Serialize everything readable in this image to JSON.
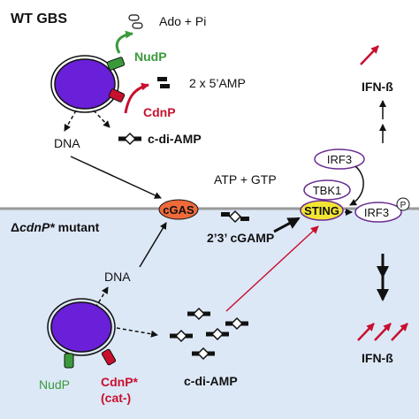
{
  "colors": {
    "top_bg": "#ffffff",
    "bottom_bg": "#dde8f7",
    "bacterium": "#6a1fd8",
    "green": "#3a9a3a",
    "red": "#c8102e",
    "cgas": "#ef6a3a",
    "sting": "#f3e633",
    "irf_outline": "#6a2c91"
  },
  "top_panel": {
    "title": "WT GBS",
    "ado_pi": "Ado + Pi",
    "nudp": "NudP",
    "amp": "2 x 5’AMP",
    "cdnp": "CdnP",
    "dna": "DNA",
    "cdiamp": "c-di-AMP",
    "ifn": "IFN-ß"
  },
  "middle": {
    "atp_gtp": "ATP + GTP",
    "cgas": "cGAS",
    "cgamp": "2’3’ cGAMP",
    "sting": "STING",
    "tbk1": "TBK1",
    "irf3_top": "IRF3",
    "irf3_right": "IRF3",
    "phospho": "P"
  },
  "bottom_panel": {
    "title_delta": "Δ",
    "title_gene": "cdnP*",
    "title_rest": " mutant",
    "dna": "DNA",
    "cdiamp": "c-di-AMP",
    "ifn": "IFN-ß",
    "nudp": "NudP",
    "cdnp_mut": "CdnP*",
    "cat": "(cat-)"
  }
}
